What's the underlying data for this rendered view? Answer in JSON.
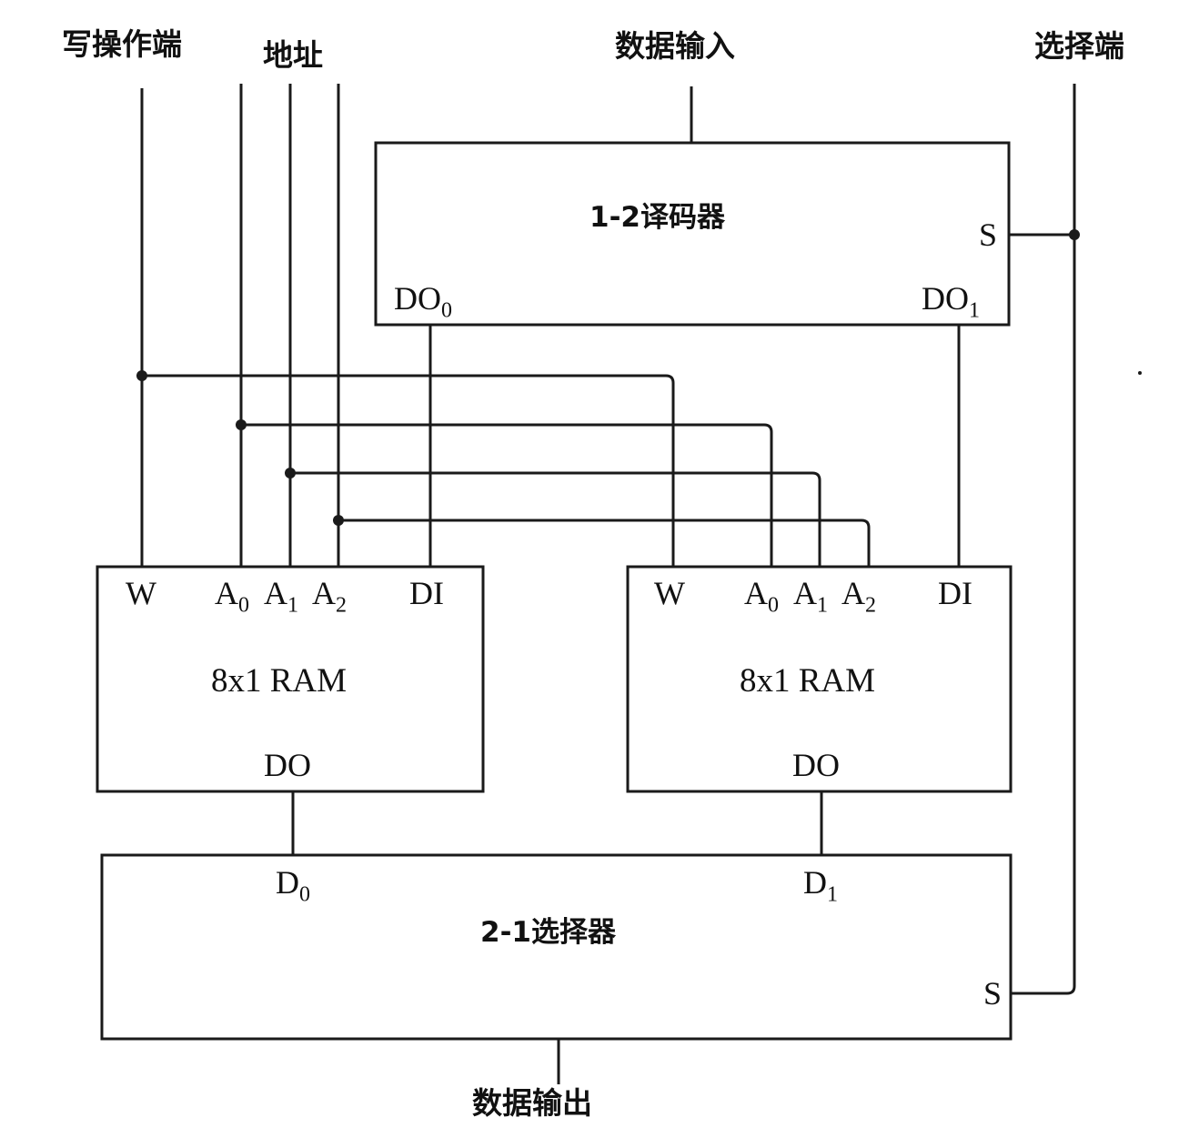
{
  "signals": {
    "write": "写操作端",
    "address": "地址",
    "data_in": "数据输入",
    "select": "选择端",
    "data_out": "数据输出"
  },
  "decoder": {
    "title": "1-2译码器",
    "pin_s": "S",
    "out0_base": "DO",
    "out0_sub": "0",
    "out1_base": "DO",
    "out1_sub": "1"
  },
  "ram_left": {
    "title": "8x1 RAM",
    "pin_w": "W",
    "pin_a0_base": "A",
    "pin_a0_sub": "0",
    "pin_a1_base": "A",
    "pin_a1_sub": "1",
    "pin_a2_base": "A",
    "pin_a2_sub": "2",
    "pin_di": "DI",
    "pin_do": "DO"
  },
  "ram_right": {
    "title": "8x1 RAM",
    "pin_w": "W",
    "pin_a0_base": "A",
    "pin_a0_sub": "0",
    "pin_a1_base": "A",
    "pin_a1_sub": "1",
    "pin_a2_base": "A",
    "pin_a2_sub": "2",
    "pin_di": "DI",
    "pin_do": "DO"
  },
  "mux": {
    "title": "2-1选择器",
    "in0_base": "D",
    "in0_sub": "0",
    "in1_base": "D",
    "in1_sub": "1",
    "pin_s": "S"
  }
}
